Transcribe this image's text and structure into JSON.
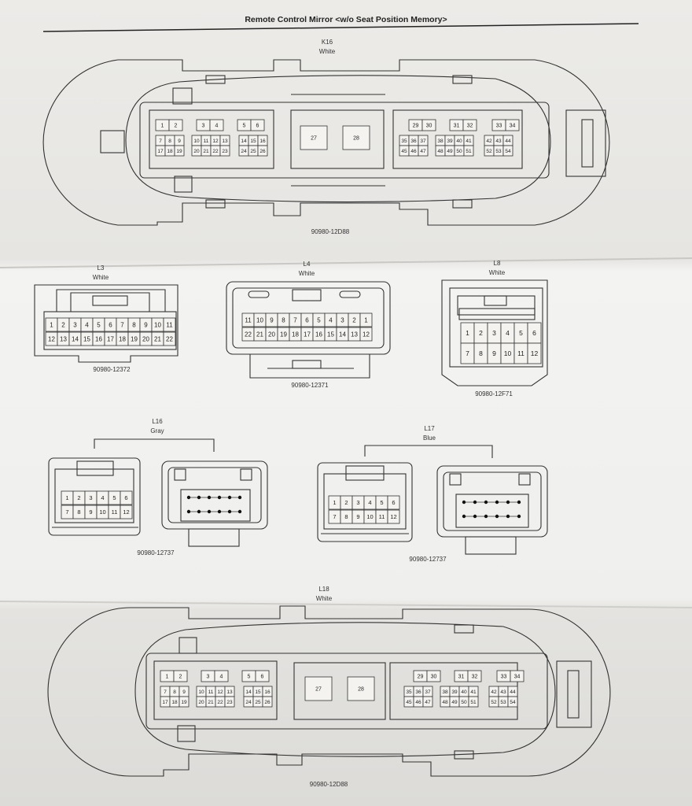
{
  "page_title": "Remote Control Mirror <w/o Seat Position Memory>",
  "k16": {
    "id": "K16",
    "color": "White",
    "part": "90980-12D88"
  },
  "l3": {
    "id": "L3",
    "color": "White",
    "part": "90980-12372"
  },
  "l4": {
    "id": "L4",
    "color": "White",
    "part": "90980-12371"
  },
  "l8": {
    "id": "L8",
    "color": "White",
    "part": "90980-12F71"
  },
  "l16": {
    "id": "L16",
    "color": "Gray",
    "part": "90980-12737"
  },
  "l17": {
    "id": "L17",
    "color": "Blue",
    "part": "90980-12737"
  },
  "l18": {
    "id": "L18",
    "color": "White",
    "part": "90980-12D88"
  },
  "pins": {
    "large_top": [
      "1",
      "2",
      "3",
      "4",
      "5",
      "6",
      "29",
      "30",
      "31",
      "32",
      "33",
      "34"
    ],
    "large_blk_a": [
      "7",
      "8",
      "9",
      "17",
      "18",
      "19"
    ],
    "large_blk_b": [
      "10",
      "11",
      "12",
      "13",
      "20",
      "21",
      "22",
      "23"
    ],
    "large_blk_c": [
      "14",
      "15",
      "16",
      "24",
      "25",
      "26"
    ],
    "large_mid": [
      "27",
      "28"
    ],
    "large_blk_d": [
      "35",
      "36",
      "37",
      "45",
      "46",
      "47"
    ],
    "large_blk_e": [
      "38",
      "39",
      "40",
      "41",
      "48",
      "49",
      "50",
      "51"
    ],
    "large_blk_f": [
      "42",
      "43",
      "44",
      "52",
      "53",
      "54"
    ],
    "l3_row1": [
      "1",
      "2",
      "3",
      "4",
      "5",
      "6",
      "7",
      "8",
      "9",
      "10",
      "11"
    ],
    "l3_row2": [
      "12",
      "13",
      "14",
      "15",
      "16",
      "17",
      "18",
      "19",
      "20",
      "21",
      "22"
    ],
    "l4_row1": [
      "11",
      "10",
      "9",
      "8",
      "7",
      "6",
      "5",
      "4",
      "3",
      "2",
      "1"
    ],
    "l4_row2": [
      "22",
      "21",
      "20",
      "19",
      "18",
      "17",
      "16",
      "15",
      "14",
      "13",
      "12"
    ],
    "six_row1": [
      "1",
      "2",
      "3",
      "4",
      "5",
      "6"
    ],
    "six_row2": [
      "7",
      "8",
      "9",
      "10",
      "11",
      "12"
    ]
  }
}
